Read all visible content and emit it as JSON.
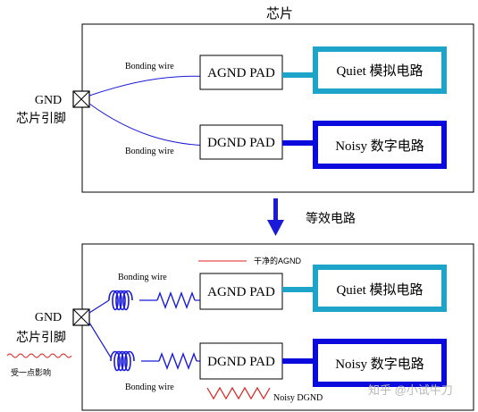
{
  "title_top": "芯片",
  "equivalent_label": "等效电路",
  "top": {
    "pin_label_line1": "GND",
    "pin_label_line2": "芯片引脚",
    "bonding_wire_label_1": "Bonding wire",
    "bonding_wire_label_2": "Bonding wire",
    "agnd_pad": "AGND PAD",
    "dgnd_pad": "DGND PAD",
    "quiet_circuit": "Quiet 模拟电路",
    "noisy_circuit": "Noisy 数字电路"
  },
  "bottom": {
    "pin_label_line1": "GND",
    "pin_label_line2": "芯片引脚",
    "disturb_label": "受一点影响",
    "clean_agnd_label": "干净的AGND",
    "bonding_wire_label_1": "Bonding wire",
    "bonding_wire_label_2": "Bonding wire",
    "agnd_pad": "AGND PAD",
    "dgnd_pad": "DGND PAD",
    "quiet_circuit": "Quiet 模拟电路",
    "noisy_circuit": "Noisy 数字电路",
    "noisy_dgnd_label": "Noisy DGND"
  },
  "watermark": "知乎 @小试牛刀",
  "colors": {
    "quiet_border": "#1EA3C9",
    "noisy_border": "#0A0ADC",
    "wire": "#1a1ad8",
    "noise": "#e02020"
  }
}
